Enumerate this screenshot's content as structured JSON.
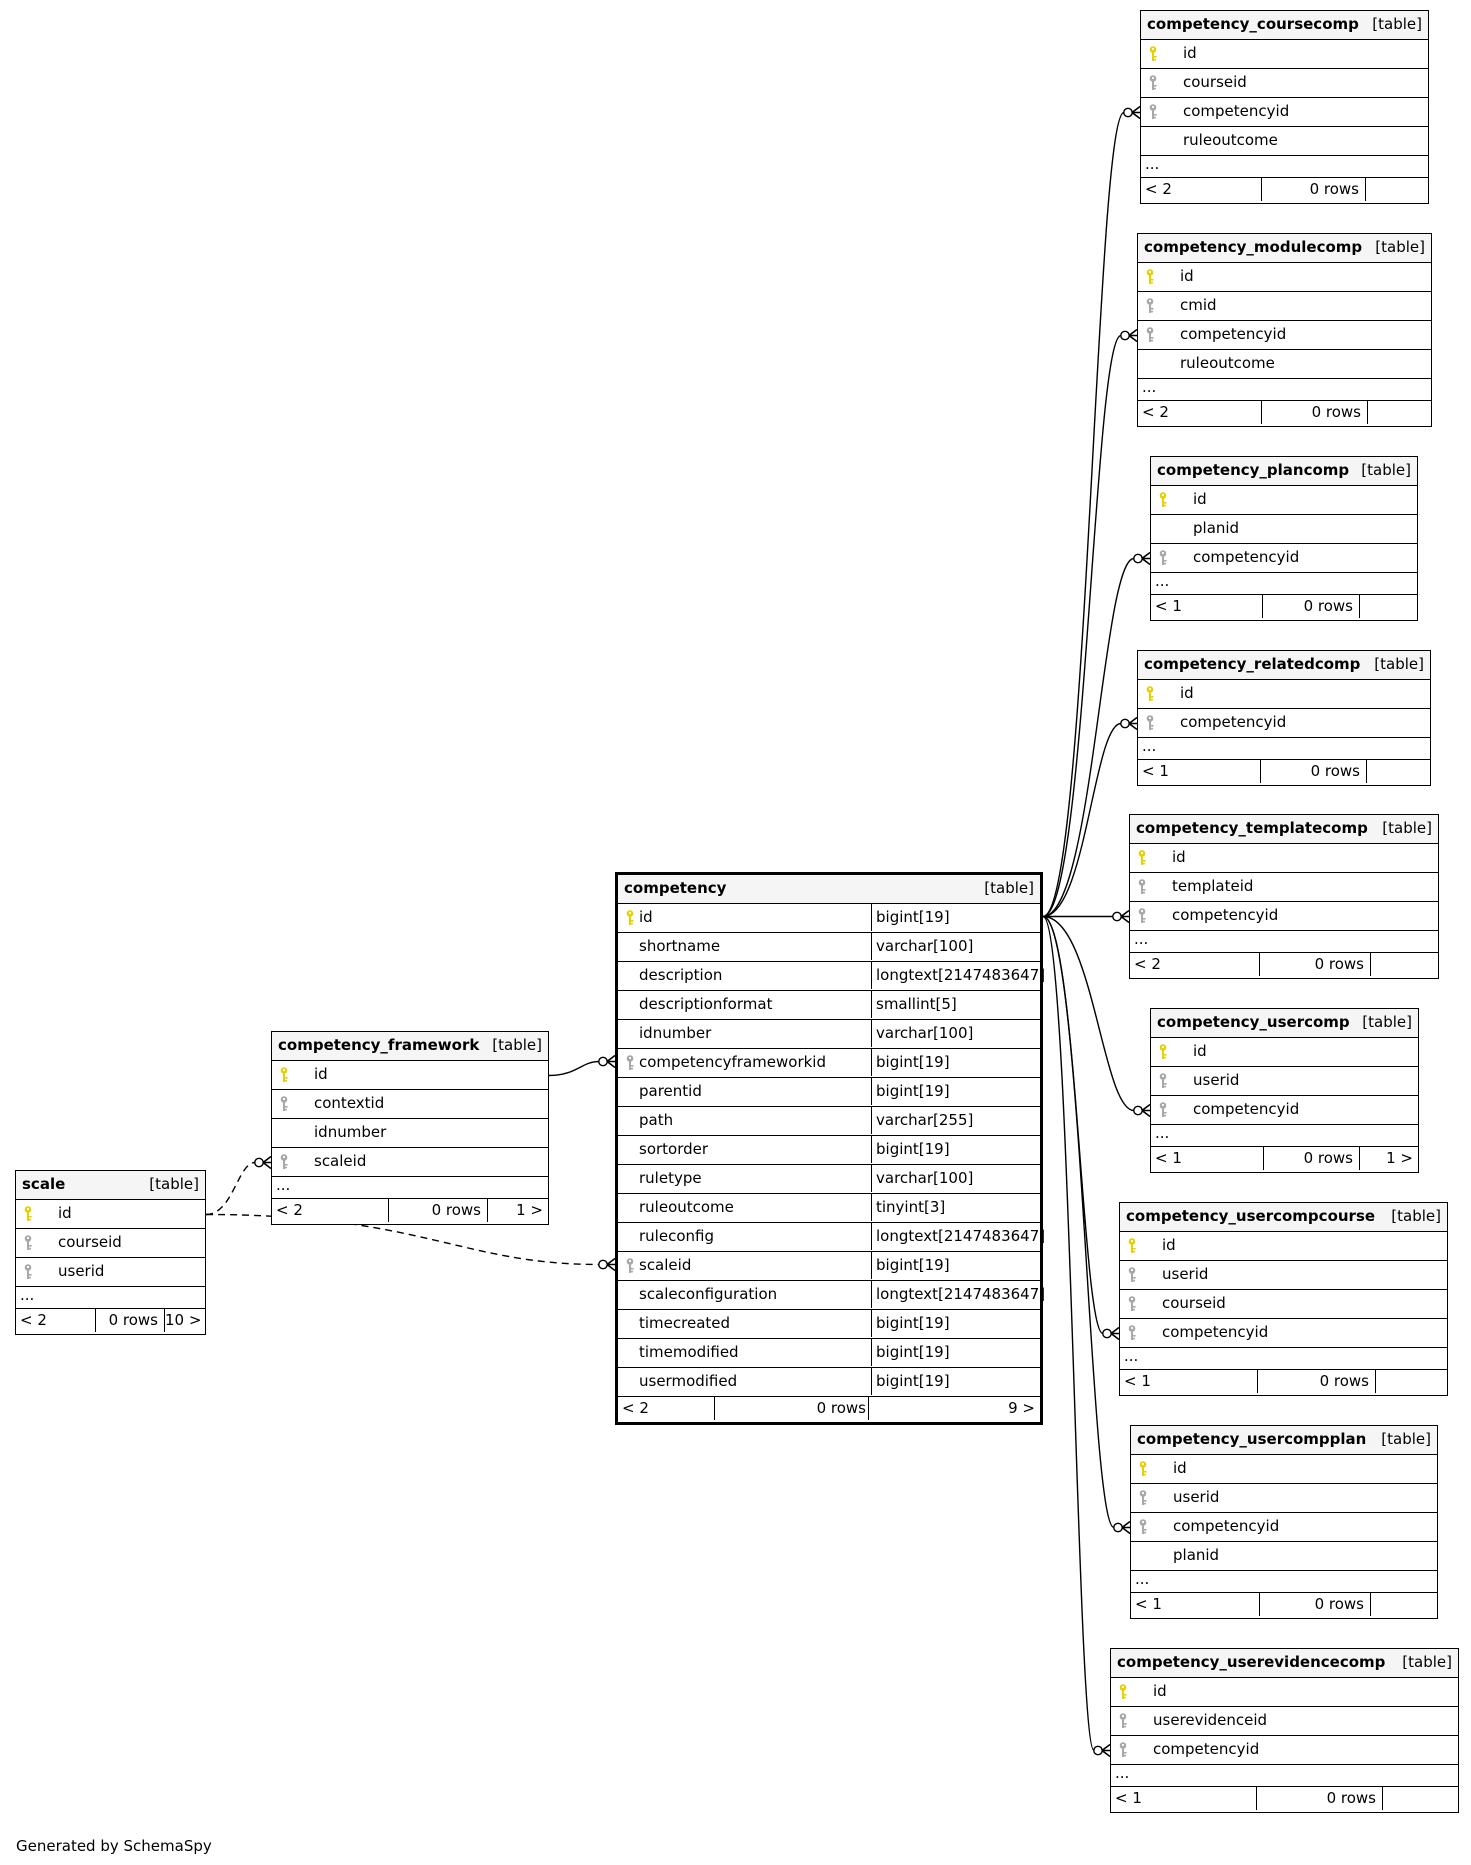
{
  "diagram": {
    "footer": "Generated by SchemaSpy",
    "colors": {
      "pk_icon": "#e8d000",
      "fk_icon": "#a8a8a8",
      "header_bg": "#f5f5f5",
      "line": "#000000"
    },
    "tables": [
      {
        "id": "competency_coursecomp",
        "name": "competency_coursecomp",
        "kind": "[table]",
        "columns": [
          {
            "name": "id",
            "icon": "pk"
          },
          {
            "name": "courseid",
            "icon": "fk"
          },
          {
            "name": "competencyid",
            "icon": "fk"
          },
          {
            "name": "ruleoutcome",
            "icon": ""
          }
        ],
        "more": "...",
        "footer": {
          "parents": "< 2",
          "rows": "0 rows",
          "children": ""
        }
      },
      {
        "id": "competency_modulecomp",
        "name": "competency_modulecomp",
        "kind": "[table]",
        "columns": [
          {
            "name": "id",
            "icon": "pk"
          },
          {
            "name": "cmid",
            "icon": "fk"
          },
          {
            "name": "competencyid",
            "icon": "fk"
          },
          {
            "name": "ruleoutcome",
            "icon": ""
          }
        ],
        "more": "...",
        "footer": {
          "parents": "< 2",
          "rows": "0 rows",
          "children": ""
        }
      },
      {
        "id": "competency_plancomp",
        "name": "competency_plancomp",
        "kind": "[table]",
        "columns": [
          {
            "name": "id",
            "icon": "pk"
          },
          {
            "name": "planid",
            "icon": ""
          },
          {
            "name": "competencyid",
            "icon": "fk"
          }
        ],
        "more": "...",
        "footer": {
          "parents": "< 1",
          "rows": "0 rows",
          "children": ""
        }
      },
      {
        "id": "competency_relatedcomp",
        "name": "competency_relatedcomp",
        "kind": "[table]",
        "columns": [
          {
            "name": "id",
            "icon": "pk"
          },
          {
            "name": "competencyid",
            "icon": "fk"
          }
        ],
        "more": "...",
        "footer": {
          "parents": "< 1",
          "rows": "0 rows",
          "children": ""
        }
      },
      {
        "id": "competency_templatecomp",
        "name": "competency_templatecomp",
        "kind": "[table]",
        "columns": [
          {
            "name": "id",
            "icon": "pk"
          },
          {
            "name": "templateid",
            "icon": "fk"
          },
          {
            "name": "competencyid",
            "icon": "fk"
          }
        ],
        "more": "...",
        "footer": {
          "parents": "< 2",
          "rows": "0 rows",
          "children": ""
        }
      },
      {
        "id": "competency_usercomp",
        "name": "competency_usercomp",
        "kind": "[table]",
        "columns": [
          {
            "name": "id",
            "icon": "pk"
          },
          {
            "name": "userid",
            "icon": "fk"
          },
          {
            "name": "competencyid",
            "icon": "fk"
          }
        ],
        "more": "...",
        "footer": {
          "parents": "< 1",
          "rows": "0 rows",
          "children": "1 >"
        }
      },
      {
        "id": "competency_usercompcourse",
        "name": "competency_usercompcourse",
        "kind": "[table]",
        "columns": [
          {
            "name": "id",
            "icon": "pk"
          },
          {
            "name": "userid",
            "icon": "fk"
          },
          {
            "name": "courseid",
            "icon": "fk"
          },
          {
            "name": "competencyid",
            "icon": "fk"
          }
        ],
        "more": "...",
        "footer": {
          "parents": "< 1",
          "rows": "0 rows",
          "children": ""
        }
      },
      {
        "id": "competency_usercompplan",
        "name": "competency_usercompplan",
        "kind": "[table]",
        "columns": [
          {
            "name": "id",
            "icon": "pk"
          },
          {
            "name": "userid",
            "icon": "fk"
          },
          {
            "name": "competencyid",
            "icon": "fk"
          },
          {
            "name": "planid",
            "icon": ""
          }
        ],
        "more": "...",
        "footer": {
          "parents": "< 1",
          "rows": "0 rows",
          "children": ""
        }
      },
      {
        "id": "competency_userevidencecomp",
        "name": "competency_userevidencecomp",
        "kind": "[table]",
        "columns": [
          {
            "name": "id",
            "icon": "pk"
          },
          {
            "name": "userevidenceid",
            "icon": "fk"
          },
          {
            "name": "competencyid",
            "icon": "fk"
          }
        ],
        "more": "...",
        "footer": {
          "parents": "< 1",
          "rows": "0 rows",
          "children": ""
        }
      },
      {
        "id": "competency",
        "name": "competency",
        "kind": "[table]",
        "focus": true,
        "columns": [
          {
            "name": "id",
            "icon": "pk",
            "type": "bigint[19]"
          },
          {
            "name": "shortname",
            "icon": "",
            "type": "varchar[100]"
          },
          {
            "name": "description",
            "icon": "",
            "type": "longtext[2147483647]"
          },
          {
            "name": "descriptionformat",
            "icon": "",
            "type": "smallint[5]"
          },
          {
            "name": "idnumber",
            "icon": "",
            "type": "varchar[100]"
          },
          {
            "name": "competencyframeworkid",
            "icon": "fk",
            "type": "bigint[19]"
          },
          {
            "name": "parentid",
            "icon": "",
            "type": "bigint[19]"
          },
          {
            "name": "path",
            "icon": "",
            "type": "varchar[255]"
          },
          {
            "name": "sortorder",
            "icon": "",
            "type": "bigint[19]"
          },
          {
            "name": "ruletype",
            "icon": "",
            "type": "varchar[100]"
          },
          {
            "name": "ruleoutcome",
            "icon": "",
            "type": "tinyint[3]"
          },
          {
            "name": "ruleconfig",
            "icon": "",
            "type": "longtext[2147483647]"
          },
          {
            "name": "scaleid",
            "icon": "fk",
            "type": "bigint[19]"
          },
          {
            "name": "scaleconfiguration",
            "icon": "",
            "type": "longtext[2147483647]"
          },
          {
            "name": "timecreated",
            "icon": "",
            "type": "bigint[19]"
          },
          {
            "name": "timemodified",
            "icon": "",
            "type": "bigint[19]"
          },
          {
            "name": "usermodified",
            "icon": "",
            "type": "bigint[19]"
          }
        ],
        "footer": {
          "parents": "< 2",
          "rows": "0 rows",
          "children": "9 >"
        }
      },
      {
        "id": "competency_framework",
        "name": "competency_framework",
        "kind": "[table]",
        "columns": [
          {
            "name": "id",
            "icon": "pk"
          },
          {
            "name": "contextid",
            "icon": "fk"
          },
          {
            "name": "idnumber",
            "icon": ""
          },
          {
            "name": "scaleid",
            "icon": "fk"
          }
        ],
        "more": "...",
        "footer": {
          "parents": "< 2",
          "rows": "0 rows",
          "children": "1 >"
        }
      },
      {
        "id": "scale",
        "name": "scale",
        "kind": "[table]",
        "columns": [
          {
            "name": "id",
            "icon": "pk"
          },
          {
            "name": "courseid",
            "icon": "fk"
          },
          {
            "name": "userid",
            "icon": "fk"
          }
        ],
        "more": "...",
        "footer": {
          "parents": "< 2",
          "rows": "0 rows",
          "children": "10 >"
        }
      }
    ],
    "relationships": [
      {
        "from": "competency",
        "from_col": "id",
        "to": "competency_coursecomp",
        "to_col": "competencyid",
        "style": "solid"
      },
      {
        "from": "competency",
        "from_col": "id",
        "to": "competency_modulecomp",
        "to_col": "competencyid",
        "style": "solid"
      },
      {
        "from": "competency",
        "from_col": "id",
        "to": "competency_plancomp",
        "to_col": "competencyid",
        "style": "solid"
      },
      {
        "from": "competency",
        "from_col": "id",
        "to": "competency_relatedcomp",
        "to_col": "competencyid",
        "style": "solid"
      },
      {
        "from": "competency",
        "from_col": "id",
        "to": "competency_templatecomp",
        "to_col": "competencyid",
        "style": "solid"
      },
      {
        "from": "competency",
        "from_col": "id",
        "to": "competency_usercomp",
        "to_col": "competencyid",
        "style": "solid"
      },
      {
        "from": "competency",
        "from_col": "id",
        "to": "competency_usercompcourse",
        "to_col": "competencyid",
        "style": "solid"
      },
      {
        "from": "competency",
        "from_col": "id",
        "to": "competency_usercompplan",
        "to_col": "competencyid",
        "style": "solid"
      },
      {
        "from": "competency",
        "from_col": "id",
        "to": "competency_userevidencecomp",
        "to_col": "competencyid",
        "style": "solid"
      },
      {
        "from": "competency_framework",
        "from_col": "id",
        "to": "competency",
        "to_col": "competencyframeworkid",
        "style": "solid"
      },
      {
        "from": "scale",
        "from_col": "id",
        "to": "competency_framework",
        "to_col": "scaleid",
        "style": "dashed"
      },
      {
        "from": "scale",
        "from_col": "id",
        "to": "competency",
        "to_col": "scaleid",
        "style": "dashed"
      }
    ]
  }
}
